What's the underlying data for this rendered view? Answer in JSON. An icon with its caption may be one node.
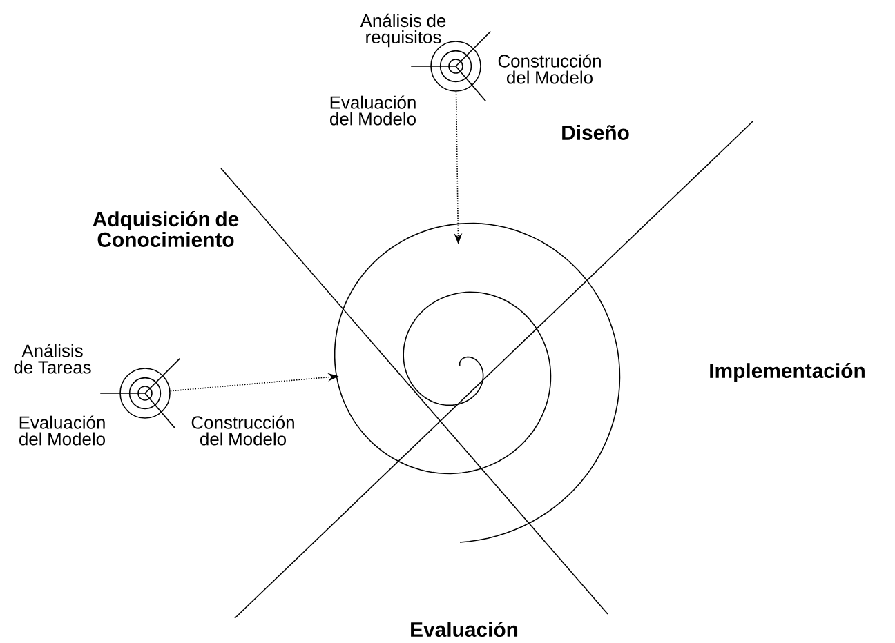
{
  "diagram": {
    "nodes": [
      {
        "text": [],
        "shape": "spiral",
        "beside": [
          "Análisis de requisitos",
          "Construcción del Modelo",
          "Evaluación del Modelo"
        ]
      },
      {
        "text": [],
        "shape": "spiral",
        "beside": [
          "Análisis de Tareas",
          "Evaluación del Modelo",
          "Construcción del Modelo"
        ]
      },
      {
        "text": [],
        "shape": "spiral"
      }
    ],
    "edges": [
      {
        "from": 0,
        "to": 2,
        "arrow": "to",
        "style": "dashed"
      },
      {
        "from": 1,
        "to": 2,
        "arrow": "to",
        "style": "dashed"
      }
    ],
    "labels": [
      "Diseño",
      "Adquisición de Conocimiento",
      "Implementación",
      "Evaluación"
    ]
  }
}
